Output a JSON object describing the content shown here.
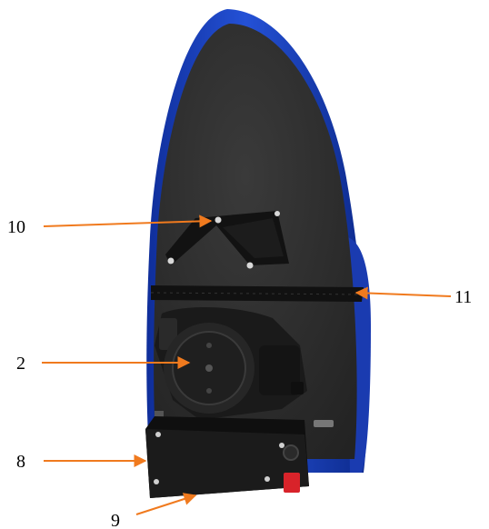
{
  "callouts": [
    {
      "label": "10"
    },
    {
      "label": "11"
    },
    {
      "label": "2"
    },
    {
      "label": "8"
    },
    {
      "label": "9"
    }
  ],
  "colors": {
    "cover_blue": "#1f45c8",
    "board_dark": "#2b2b2b",
    "unit_black": "#161616",
    "arrow_orange": "#f07a1e",
    "switch_red": "#d8232a"
  }
}
